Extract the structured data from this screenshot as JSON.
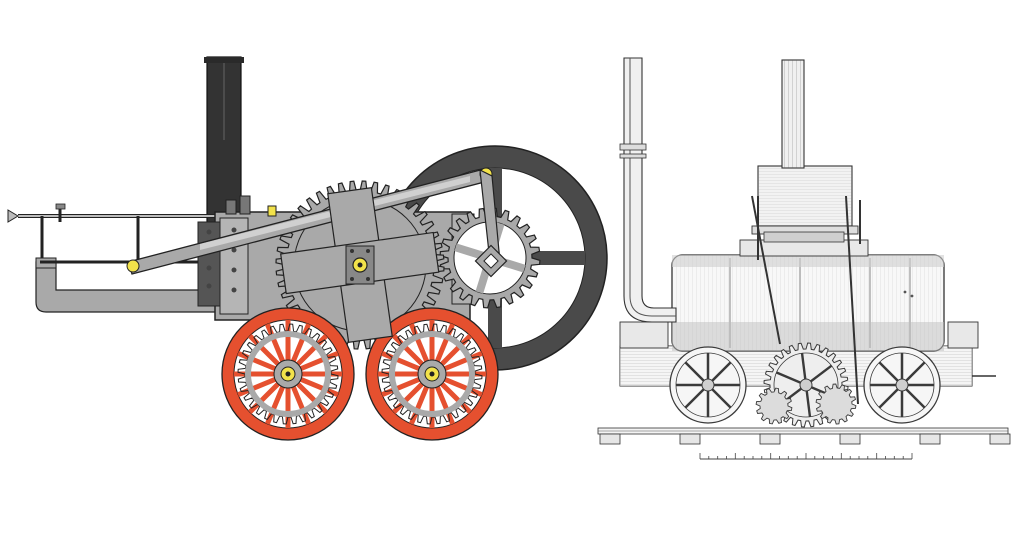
{
  "figures": [
    {
      "id": "colored-side-elevation",
      "style": "flat colour diagram",
      "components": [
        "chimney",
        "boiler",
        "flywheel",
        "crosshead-beam",
        "piston-rod",
        "spur-gears",
        "wheels"
      ]
    },
    {
      "id": "engraved-side-elevation",
      "style": "monochrome engraving",
      "components": [
        "chimney",
        "exhaust-pipe",
        "boiler",
        "cylinder-housing",
        "frame",
        "wheels",
        "gear-train",
        "rails",
        "scale-bar"
      ]
    }
  ],
  "colors": {
    "chimney": "#333333",
    "body_gray": "#a9a9a9",
    "dark_gray": "#555555",
    "flywheel": "#4a4a4a",
    "wheel_red": "#e5502f",
    "hub_yellow": "#f2e24a",
    "outline": "#222222",
    "engraving_ink": "#3a3a3a",
    "engraving_shade": "#d8d8d8"
  }
}
